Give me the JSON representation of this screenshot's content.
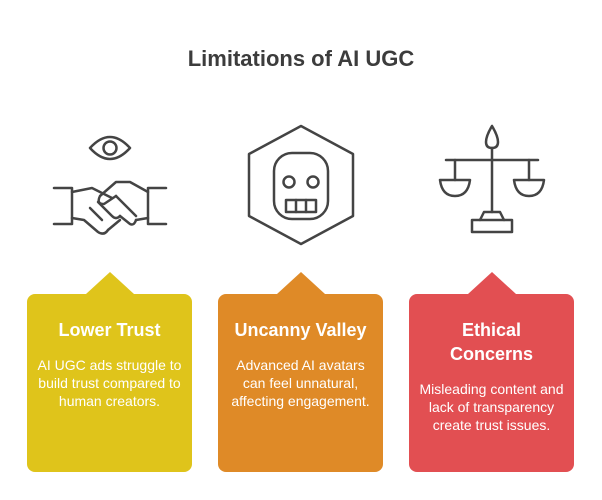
{
  "title": "Limitations of AI UGC",
  "items": [
    {
      "icon": "handshake-eye-icon",
      "title": "Lower Trust",
      "description": "AI UGC ads struggle to build trust compared to human creators.",
      "color": "#dfc41b"
    },
    {
      "icon": "robot-face-hexagon-icon",
      "title": "Uncanny Valley",
      "description": "Advanced AI avatars can feel unnatural, affecting engagement.",
      "color": "#df8a27"
    },
    {
      "icon": "scales-of-justice-icon",
      "title": "Ethical Concerns",
      "description": "Misleading content and lack of transparency create trust issues.",
      "color": "#e24f52"
    }
  ]
}
